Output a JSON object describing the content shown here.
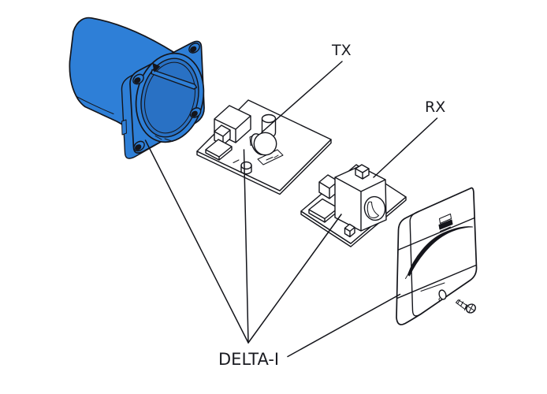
{
  "labels": {
    "tx": "TX",
    "rx": "RX",
    "delta_i": "DELTA-I"
  },
  "colors": {
    "housing_blue": "#2E7FD7",
    "housing_blue_dark": "#2971C4",
    "outline": "#14151B",
    "label_text": "#1A1B21",
    "part_white": "#FFFFFF",
    "background": "#FFFFFF"
  }
}
